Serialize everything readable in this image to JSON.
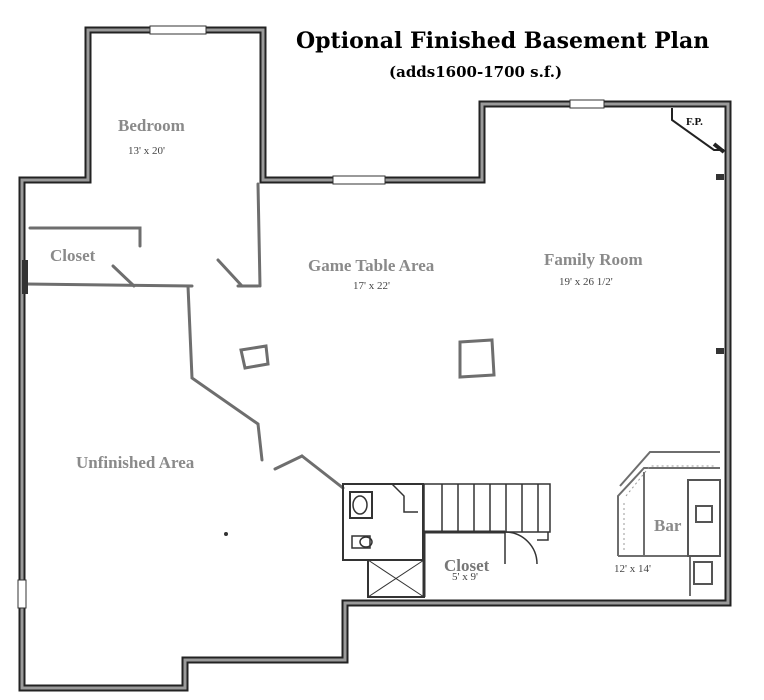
{
  "header": {
    "title": "Optional Finished Basement Plan",
    "subtitle": "(adds1600-1700 s.f.)"
  },
  "rooms": {
    "bedroom": {
      "label": "Bedroom",
      "size": "13' x 20'"
    },
    "closet_left": {
      "label": "Closet"
    },
    "game_table": {
      "label": "Game Table Area",
      "size": "17' x 22'"
    },
    "family_room": {
      "label": "Family Room",
      "size": "19' x 26 1/2'"
    },
    "unfinished": {
      "label": "Unfinished Area"
    },
    "closet_bottom": {
      "label": "Closet",
      "size": "5' x 9'"
    },
    "bar": {
      "label": "Bar",
      "size": "12' x 14'"
    },
    "fireplace": {
      "label": "F.P."
    }
  },
  "colors": {
    "wall": "#222222",
    "finish_line": "#6e6e6e",
    "room_label": "#8a8a8a"
  }
}
